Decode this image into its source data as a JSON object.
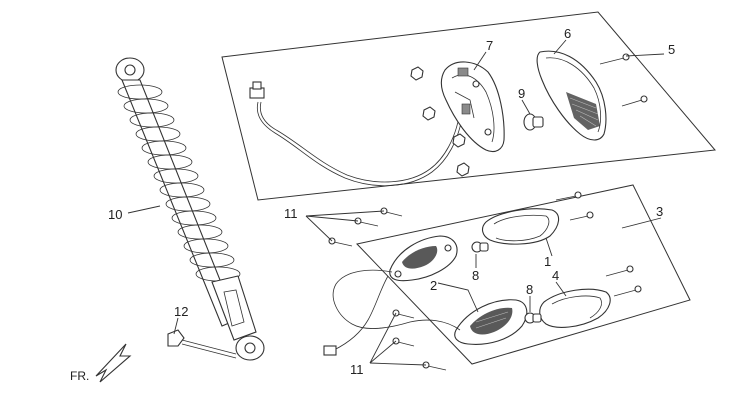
{
  "callouts": {
    "c1": "1",
    "c2": "2",
    "c3": "3",
    "c4": "4",
    "c5": "5",
    "c6": "6",
    "c7": "7",
    "c8a": "8",
    "c8b": "8",
    "c9": "9",
    "c10": "10",
    "c11a": "11",
    "c11b": "11",
    "c12": "12"
  },
  "direction_label": "FR."
}
